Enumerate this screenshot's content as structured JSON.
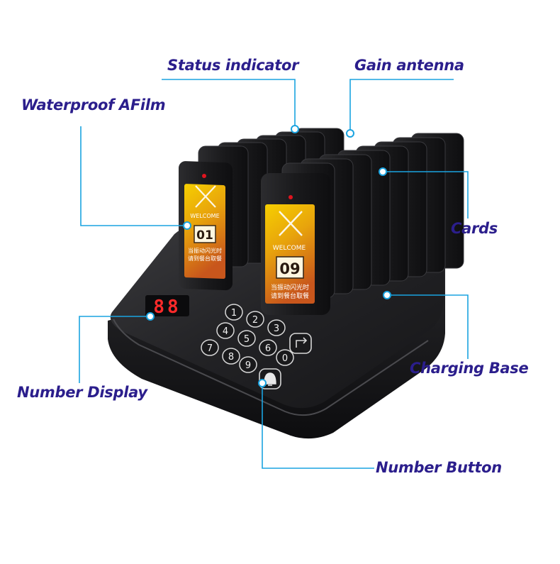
{
  "labels": {
    "status_indicator": "Status indicator",
    "gain_antenna": "Gain antenna",
    "waterproof_film": "Waterproof AFilm",
    "cards": "Cards",
    "charging_base": "Charging Base",
    "number_display": "Number Display",
    "number_button": "Number Button"
  },
  "device": {
    "display_value": "88",
    "card_left": {
      "number": "01",
      "welcome": "WELCOME",
      "line1": "当振动闪光时",
      "line2": "请到餐台取餐"
    },
    "card_right": {
      "number": "09",
      "welcome": "WELCOME",
      "line1": "当振动闪光时",
      "line2": "请到餐台取餐"
    },
    "keys": [
      "1",
      "2",
      "3",
      "4",
      "5",
      "6",
      "7",
      "8",
      "9",
      "0"
    ]
  },
  "colors": {
    "label_text": "#2b1e8c",
    "leader_line": "#1aa3e0",
    "device_body": "#1c1c1e",
    "display_led": "#ff2a2a",
    "card_screen_top": "#f5c400",
    "card_screen_bottom": "#d2621b"
  }
}
